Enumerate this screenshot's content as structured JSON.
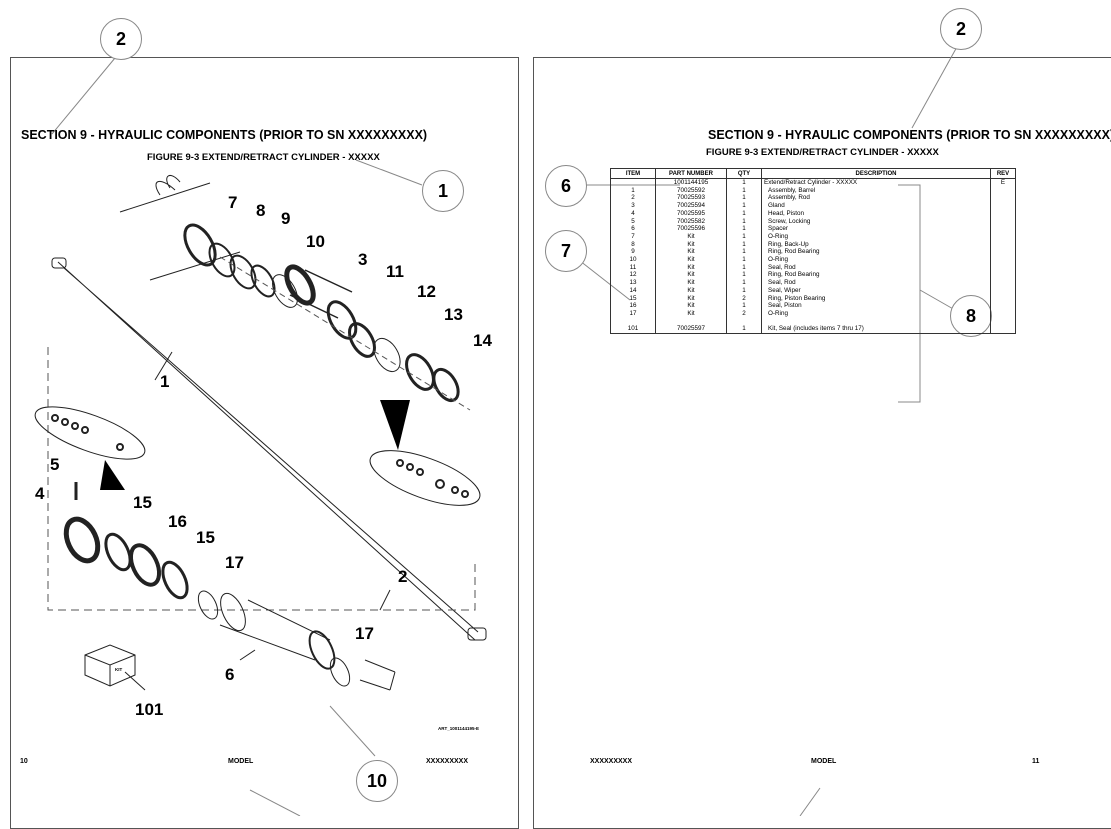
{
  "callouts": {
    "c1": "1",
    "c2a": "2",
    "c2b": "2",
    "c6": "6",
    "c7": "7",
    "c8": "8",
    "c10": "10"
  },
  "left_page": {
    "section_title": "SECTION 9 - HYRAULIC COMPONENTS (PRIOR TO SN XXXXXXXXX)",
    "figure_title": "FIGURE 9-3 EXTEND/RETRACT CYLINDER - XXXXX",
    "footer_page": "10",
    "footer_model": "MODEL",
    "footer_serial": "XXXXXXXXX",
    "art_id": "ART_1001144195-E",
    "kit_box_label": "KIT",
    "item_numbers": {
      "n1": "1",
      "n2": "2",
      "n3": "3",
      "n4": "4",
      "n5": "5",
      "n6": "6",
      "n7": "7",
      "n8": "8",
      "n9": "9",
      "n10": "10",
      "n11": "11",
      "n12": "12",
      "n13": "13",
      "n14": "14",
      "n15a": "15",
      "n15b": "15",
      "n16": "16",
      "n17a": "17",
      "n17b": "17",
      "n101": "101"
    }
  },
  "right_page": {
    "section_title": "SECTION 9 - HYRAULIC COMPONENTS (PRIOR TO SN XXXXXXXXX)",
    "figure_title": "FIGURE 9-3 EXTEND/RETRACT CYLINDER - XXXXX",
    "footer_serial": "XXXXXXXXX",
    "footer_model": "MODEL",
    "footer_page": "11",
    "table": {
      "headers": [
        "ITEM",
        "PART NUMBER",
        "QTY",
        "DESCRIPTION",
        "REV"
      ],
      "rows": [
        [
          "",
          "1001144195",
          "1",
          "Extend/Retract Cylinder - XXXXX",
          "E"
        ],
        [
          "1",
          "70025592",
          "1",
          "Assembly, Barrel",
          ""
        ],
        [
          "2",
          "70025593",
          "1",
          "Assembly, Rod",
          ""
        ],
        [
          "3",
          "70025594",
          "1",
          "Gland",
          ""
        ],
        [
          "4",
          "70025595",
          "1",
          "Head, Piston",
          ""
        ],
        [
          "5",
          "70025582",
          "1",
          "Screw, Locking",
          ""
        ],
        [
          "6",
          "70025596",
          "1",
          "Spacer",
          ""
        ],
        [
          "7",
          "Kit",
          "1",
          "O-Ring",
          ""
        ],
        [
          "8",
          "Kit",
          "1",
          "Ring, Back-Up",
          ""
        ],
        [
          "9",
          "Kit",
          "1",
          "Ring, Rod Bearing",
          ""
        ],
        [
          "10",
          "Kit",
          "1",
          "O-Ring",
          ""
        ],
        [
          "11",
          "Kit",
          "1",
          "Seal, Rod",
          ""
        ],
        [
          "12",
          "Kit",
          "1",
          "Ring, Rod Bearing",
          ""
        ],
        [
          "13",
          "Kit",
          "1",
          "Seal, Rod",
          ""
        ],
        [
          "14",
          "Kit",
          "1",
          "Seal, Wiper",
          ""
        ],
        [
          "15",
          "Kit",
          "2",
          "Ring, Piston Bearing",
          ""
        ],
        [
          "16",
          "Kit",
          "1",
          "Seal, Piston",
          ""
        ],
        [
          "17",
          "Kit",
          "2",
          "O-Ring",
          ""
        ],
        [
          "",
          "",
          "",
          "",
          ""
        ],
        [
          "101",
          "70025597",
          "1",
          "Kit, Seal (includes items 7 thru 17)",
          ""
        ]
      ]
    }
  }
}
